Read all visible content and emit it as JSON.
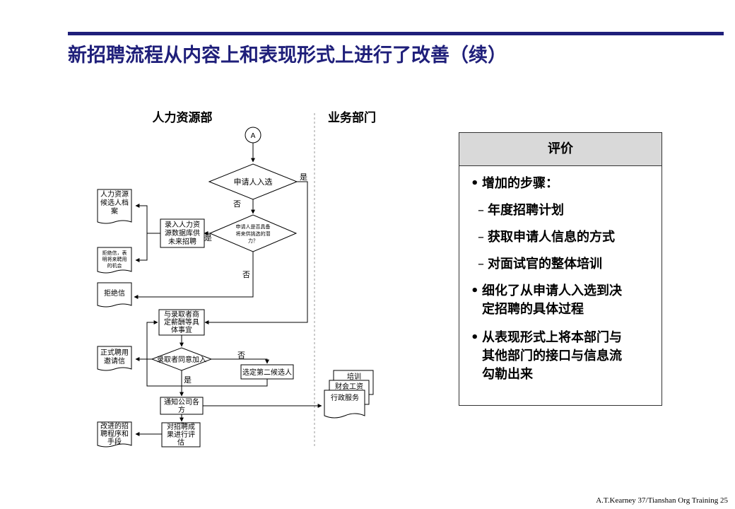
{
  "title": "新招聘流程从内容上和表现形式上进行了改善（续）",
  "lanes": {
    "hr": "人力资源部",
    "business": "业务部门"
  },
  "nodes": {
    "connector_a": "A",
    "decision_select": "申请人入选",
    "label_yes_1": "是",
    "label_no_1": "否",
    "decision_potential_1": "申请人是否具备",
    "decision_potential_2": "将来供挑选的潜",
    "decision_potential_3": "力？",
    "label_yes_2": "是",
    "label_no_2": "否",
    "box_db_1": "录入人力资",
    "box_db_2": "源数据库供",
    "box_db_3": "未来招聘",
    "doc_archive_1": "人力资源",
    "doc_archive_2": "候选人档",
    "doc_archive_3": "案",
    "doc_reject_future_1": "拒绝信，表",
    "doc_reject_future_2": "明将来聘用",
    "doc_reject_future_3": "的机会",
    "doc_reject": "拒绝信",
    "box_salary_1": "与录取者商",
    "box_salary_2": "定薪酬等具",
    "box_salary_3": "体事宜",
    "doc_offer_1": "正式聘用",
    "doc_offer_2": "邀请信",
    "decision_agree": "录取者同意加入",
    "label_no_3": "否",
    "label_yes_3": "是",
    "box_second": "选定第二候选人",
    "box_notify_1": "通知公司各",
    "box_notify_2": "方",
    "doc_stack_1": "培训",
    "doc_stack_2": "财会工资",
    "doc_stack_3": "行政服务",
    "box_evaluate_1": "对招聘成",
    "box_evaluate_2": "果进行评",
    "box_evaluate_3": "估",
    "doc_improve_1": "改进的招",
    "doc_improve_2": "聘程序和",
    "doc_improve_3": "手段"
  },
  "evaluation": {
    "header": "评价",
    "items": [
      {
        "bullet": "•",
        "lines": [
          "增加的步骤："
        ]
      },
      {
        "bullet": "–",
        "lines": [
          "年度招聘计划"
        ]
      },
      {
        "bullet": "–",
        "lines": [
          "获取申请人信息的方式"
        ]
      },
      {
        "bullet": "–",
        "lines": [
          "对面试官的整体培训"
        ]
      },
      {
        "bullet": "•",
        "lines": [
          "细化了从申请人入选到决",
          "定招聘的具体过程"
        ]
      },
      {
        "bullet": "•",
        "lines": [
          "从表现形式上将本部门与",
          "其他部门的接口与信息流",
          "勾勒出来"
        ]
      }
    ]
  },
  "footer": "A.T.Kearney 37/Tianshan Org Training   25",
  "colors": {
    "title": "#1f1f7a",
    "rule": "#1f1f7a",
    "eval_header_bg": "#d9d9d9"
  }
}
